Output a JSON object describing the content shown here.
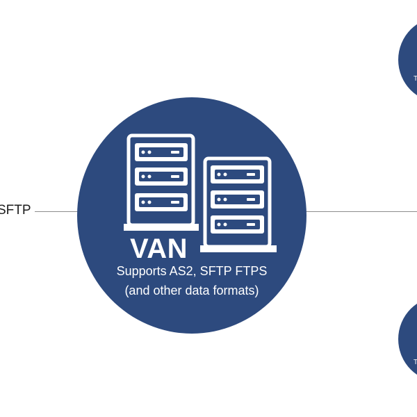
{
  "colors": {
    "circle_fill": "#2d4a7e",
    "line": "#8c8c8c",
    "icon": "#ffffff"
  },
  "left_node": {
    "label": "SFTP"
  },
  "van": {
    "title": "VAN",
    "description_line1": "Supports AS2, SFTP FTPS",
    "description_line2": "(and other data formats)",
    "icon": "server-racks-icon"
  },
  "right_nodes": [
    {
      "label": "T",
      "icon": "partner-circle"
    },
    {
      "label": "T",
      "icon": "partner-circle"
    }
  ]
}
